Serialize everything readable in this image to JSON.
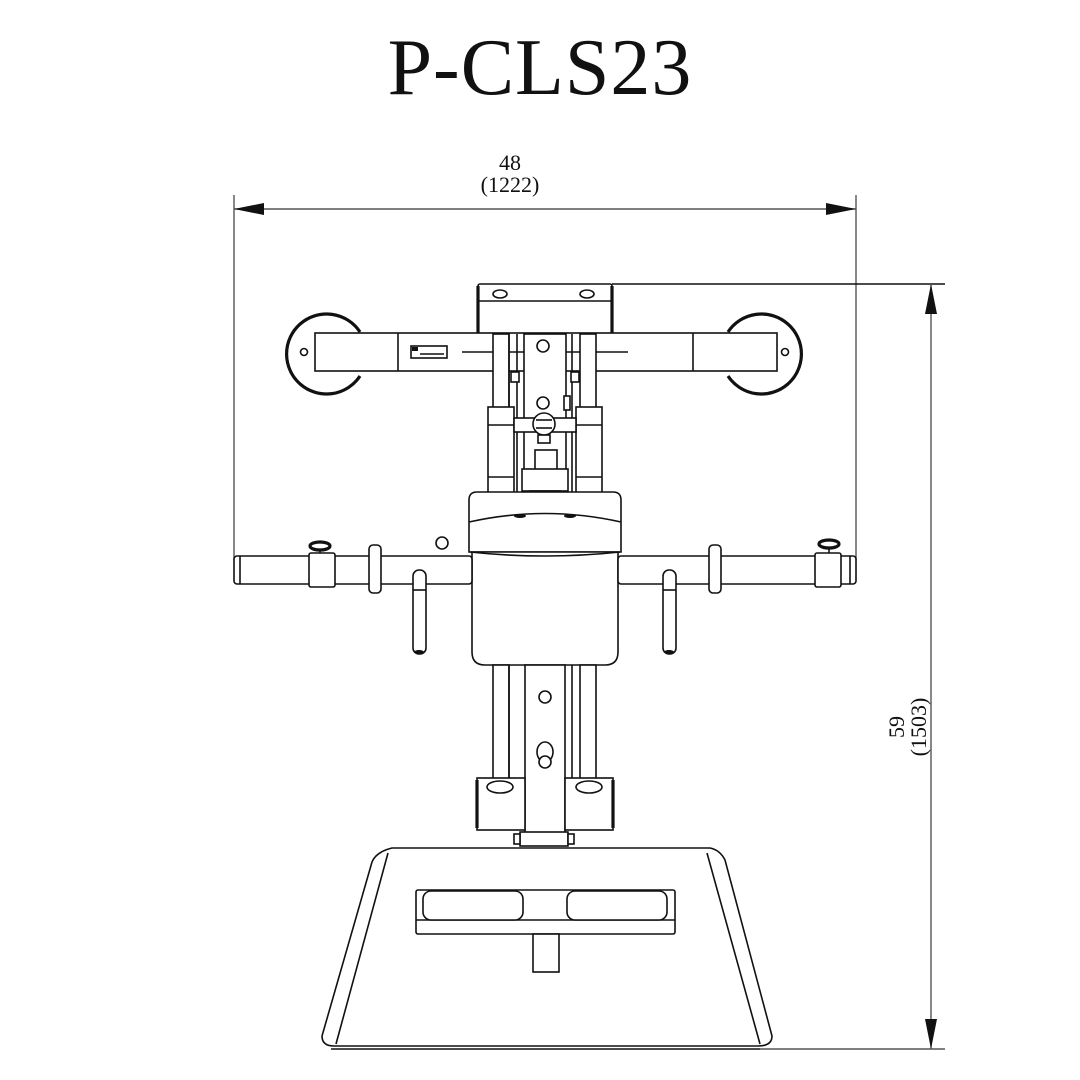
{
  "title": "P-CLS23",
  "dimensions": {
    "width": {
      "imperial": "48",
      "metric": "(1222)"
    },
    "height": {
      "imperial": "59",
      "metric": "(1503)"
    }
  },
  "drawing": {
    "subject": "front elevation line drawing of exercise machine",
    "line_color": "#111111",
    "background": "#ffffff",
    "parts": [
      "top-pad-bracket",
      "thigh-roller-arm",
      "left-roller",
      "right-roller",
      "nameplate",
      "upright-column",
      "adjustment-knob",
      "seat-pad",
      "handle-bar",
      "left-handle-grip",
      "right-handle-grip",
      "lower-carriage",
      "base-frame",
      "foot-plate"
    ]
  }
}
